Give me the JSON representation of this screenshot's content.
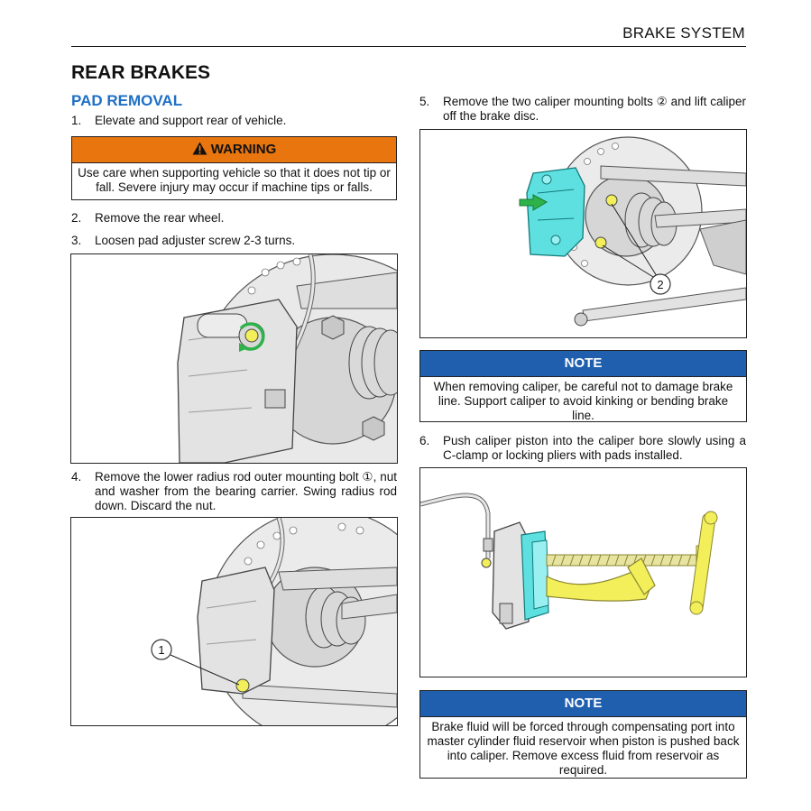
{
  "header": {
    "section": "BRAKE SYSTEM"
  },
  "page_title": "REAR BRAKES",
  "section_title": "PAD REMOVAL",
  "steps": [
    {
      "num": "1.",
      "text": "Elevate and support rear of vehicle."
    },
    {
      "num": "2.",
      "text": "Remove the rear wheel."
    },
    {
      "num": "3.",
      "text": "Loosen pad adjuster screw 2-3 turns."
    },
    {
      "num": "4.",
      "text": "Remove the lower radius rod outer mounting bolt ①, nut and washer from the bearing carrier. Swing radius rod down. Discard the nut."
    },
    {
      "num": "5.",
      "text": "Remove the two caliper mounting bolts ② and lift caliper off the brake disc."
    },
    {
      "num": "6.",
      "text": "Push caliper piston into the caliper bore slowly using a C-clamp or locking pliers with pads installed."
    }
  ],
  "warning": {
    "label": "WARNING",
    "text": "Use care when supporting vehicle so that it does not tip or fall. Severe injury may occur if machine tips or falls."
  },
  "notes": [
    {
      "label": "NOTE",
      "text": "When removing caliper, be careful not to damage brake line. Support caliper to avoid kinking or bending brake line."
    },
    {
      "label": "NOTE",
      "text": "Brake fluid will be forced through compensating port into master cylinder fluid reservoir when piston is pushed back into caliper. Remove excess fluid from reservoir as required."
    }
  ],
  "figures": {
    "fig4_callout": "1",
    "fig5_callout": "2"
  },
  "colors": {
    "warning_bg": "#e8750d",
    "note_bg": "#1f5fae",
    "section_blue": "#1f6fc5",
    "highlight_green": "#2db34a",
    "highlight_yellow": "#f2ef5a",
    "highlight_cyan": "#5fe0e0"
  }
}
